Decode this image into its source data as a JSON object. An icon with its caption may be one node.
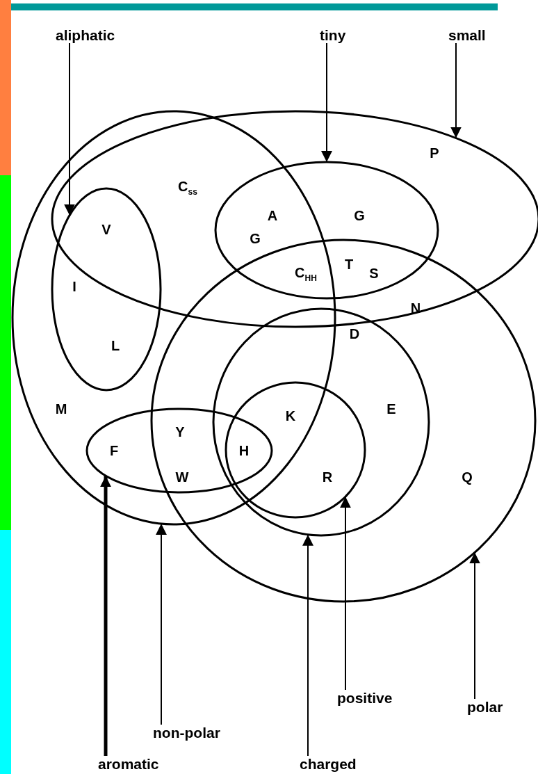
{
  "diagram": {
    "nodes": [
      {
        "text": [
          "aliphatic"
        ]
      },
      {
        "text": [
          "tiny"
        ]
      },
      {
        "text": [
          "small"
        ]
      },
      {
        "text": [],
        "shape": "ellipse"
      },
      {
        "text": [],
        "shape": "ellipse"
      },
      {
        "text": [],
        "shape": "ellipse",
        "in": 3
      },
      {
        "text": [],
        "shape": "ellipse",
        "in": 4
      },
      {
        "text": [],
        "shape": "ellipse"
      },
      {
        "text": [],
        "shape": "ellipse",
        "in": 7
      },
      {
        "text": [],
        "shape": "ellipse",
        "in": 3
      },
      {
        "text": [],
        "shape": "ellipse",
        "in": 8
      },
      {
        "text": [
          "positive"
        ]
      },
      {
        "text": [
          "polar"
        ]
      },
      {
        "text": [
          "non-polar"
        ]
      },
      {
        "text": [
          "aromatic"
        ]
      },
      {
        "text": [
          "charged"
        ]
      }
    ],
    "edges": [
      {
        "from": 0,
        "to": 5,
        "arrow": "to"
      },
      {
        "from": 1,
        "to": 6,
        "arrow": "to"
      },
      {
        "from": 2,
        "to": 4,
        "arrow": "to"
      },
      {
        "from": 14,
        "to": 9,
        "arrow": "to",
        "style": "thick"
      },
      {
        "from": 13,
        "to": 3,
        "arrow": "to"
      },
      {
        "from": 15,
        "to": 8,
        "arrow": "to"
      },
      {
        "from": 11,
        "to": 10,
        "arrow": "to"
      },
      {
        "from": 12,
        "to": 7,
        "arrow": "to"
      }
    ],
    "labels": [
      "P",
      "C$_{ss}$",
      "A",
      "G",
      "V",
      "G",
      "C$_{HH}$",
      "T",
      "S",
      "I",
      "N",
      "D",
      "L",
      "M",
      "E",
      "K",
      "Y",
      "F",
      "H",
      "W",
      "R",
      "Q"
    ]
  }
}
